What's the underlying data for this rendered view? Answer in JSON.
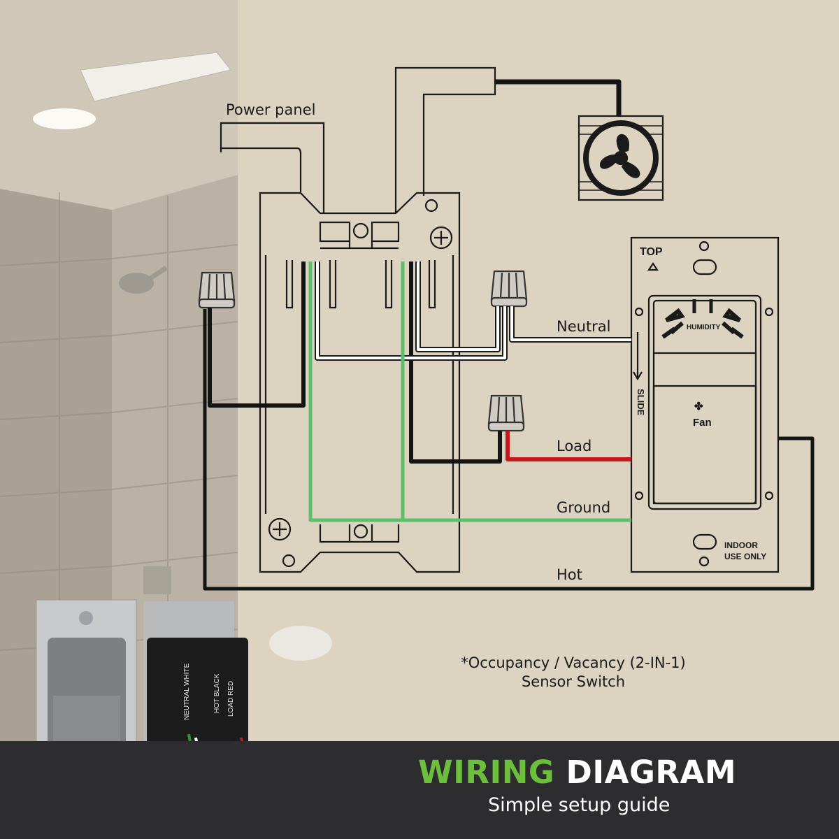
{
  "labels": {
    "power_panel": "Power panel",
    "neutral": "Neutral",
    "load": "Load",
    "ground": "Ground",
    "hot": "Hot"
  },
  "switch_face": {
    "top": "TOP",
    "humidity": "HUMIDITY",
    "slide": "SLIDE",
    "fan": "Fan",
    "indoor_use_only_line1": "INDOOR",
    "indoor_use_only_line2": "USE ONLY"
  },
  "product_wire_labels": {
    "neutral_white": "NEUTRAL WHITE",
    "hot_black": "HOT BLACK",
    "load_red": "LOAD RED"
  },
  "caption": {
    "line1": "*Occupancy / Vacancy (2-IN-1)",
    "line2": "Sensor Switch"
  },
  "banner": {
    "title_part1": "WIRING",
    "title_part2": "DIAGRAM",
    "subtitle": "Simple setup guide"
  },
  "colors": {
    "background_wall": "#ddd3c1",
    "banner_bg": "#2d2d2f",
    "title_green": "#6cbf3c",
    "wire_black": "#141414",
    "wire_red": "#c8161d",
    "wire_green": "#5cbf6a",
    "wire_white": "#ffffff"
  }
}
